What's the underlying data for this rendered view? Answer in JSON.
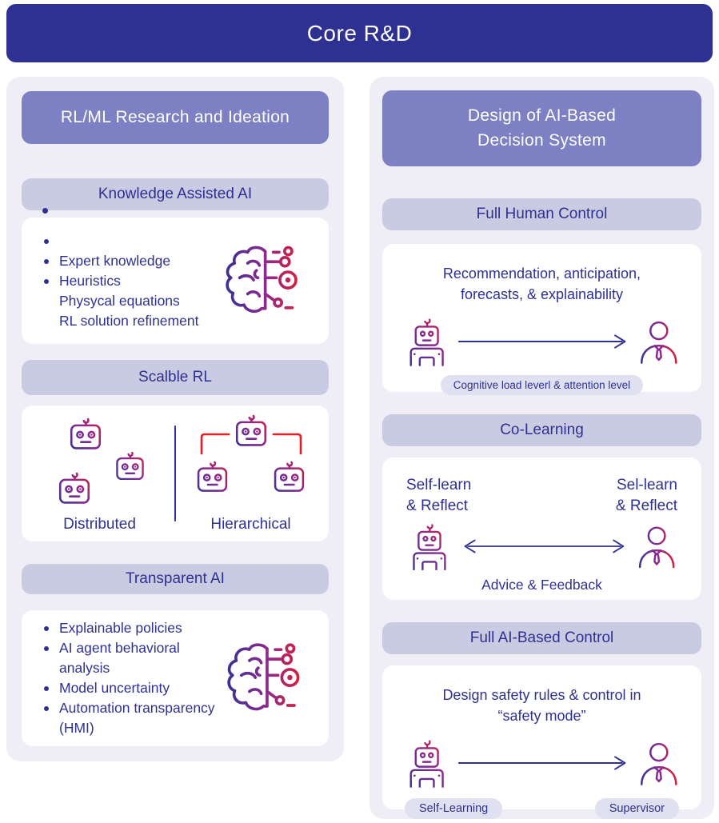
{
  "colors": {
    "header_bg": "#2e3192",
    "section_header_bg": "#7d81c3",
    "subheader_bg": "#c9cbe3",
    "panel_bg": "#efeef7",
    "card_bg": "#ffffff",
    "text_indigo": "#2e3192",
    "pill_bg": "#dfe1f1",
    "icon_red": "#ec1c24"
  },
  "icons": {
    "brain": "brain-circuit-icon",
    "robot_head": "robot-head-icon",
    "robot_body": "robot-icon",
    "person": "supervisor-person-icon",
    "arrow_right": "arrow-right-icon",
    "arrow_double": "arrow-double-icon",
    "bullet": "bullet-dot-icon"
  },
  "header": {
    "title": "Core R&D"
  },
  "left": {
    "title": "RL/ML Research and Ideation",
    "knowledge": {
      "title": "Knowledge Assisted AI",
      "items": [
        "",
        "Expert knowledge",
        "Heuristics",
        "Physycal equations",
        "RL solution refinement"
      ]
    },
    "scalable": {
      "title": "Scalble RL",
      "left_label": "Distributed",
      "right_label": "Hierarchical"
    },
    "transparent": {
      "title": "Transparent AI",
      "items": [
        "Explainable policies",
        "AI agent behavioral analysis",
        "Model uncertainty",
        "Automation transparency (HMI)"
      ]
    }
  },
  "right": {
    "title": "Design of AI-Based\nDecision System",
    "full_human": {
      "title": "Full Human Control",
      "description": "Recommendation, anticipation,\nforecasts, & explainability",
      "pill": "Cognitive load leverl & attention level"
    },
    "co_learning": {
      "title": "Co-Learning",
      "left_label": "Self-learn\n& Reflect",
      "right_label": "Sel-learn\n& Reflect",
      "bottom_label": "Advice & Feedback"
    },
    "full_ai": {
      "title": "Full AI-Based Control",
      "description": "Design safety rules & control in\n“safety mode”",
      "left_pill": "Self-Learning",
      "right_pill": "Supervisor"
    }
  }
}
